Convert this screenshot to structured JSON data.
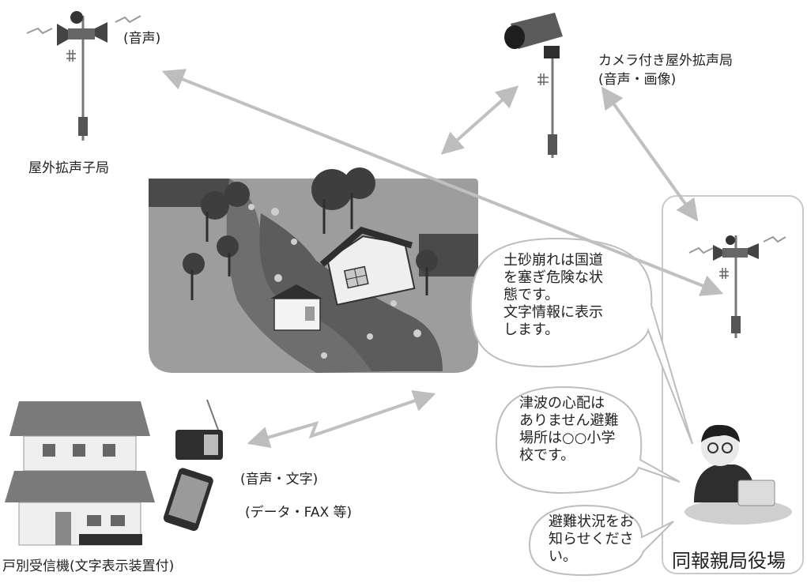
{
  "labels": {
    "outdoor_speaker_audio": "(音声)",
    "outdoor_speaker_station": "屋外拡声子局",
    "camera_station_line1": "カメラ付き屋外拡声局",
    "camera_station_line2": "(音声・画像)",
    "household_audio_text": "(音声・文字)",
    "household_data_fax": "(データ・FAX 等)",
    "household_receiver": "戸別受信機(文字表示装置付)",
    "office": "同報親局役場"
  },
  "bubbles": {
    "landslide": [
      "土砂崩れは国道",
      "を塞ぎ危険な状",
      "態です。",
      "文字情報に表示",
      "します。"
    ],
    "tsunami": [
      "津波の心配は",
      "ありません避難",
      "場所は○○小学",
      "校です。"
    ],
    "evacuation": [
      "避難状況をお",
      "知らせくださ",
      "い。"
    ]
  }
}
